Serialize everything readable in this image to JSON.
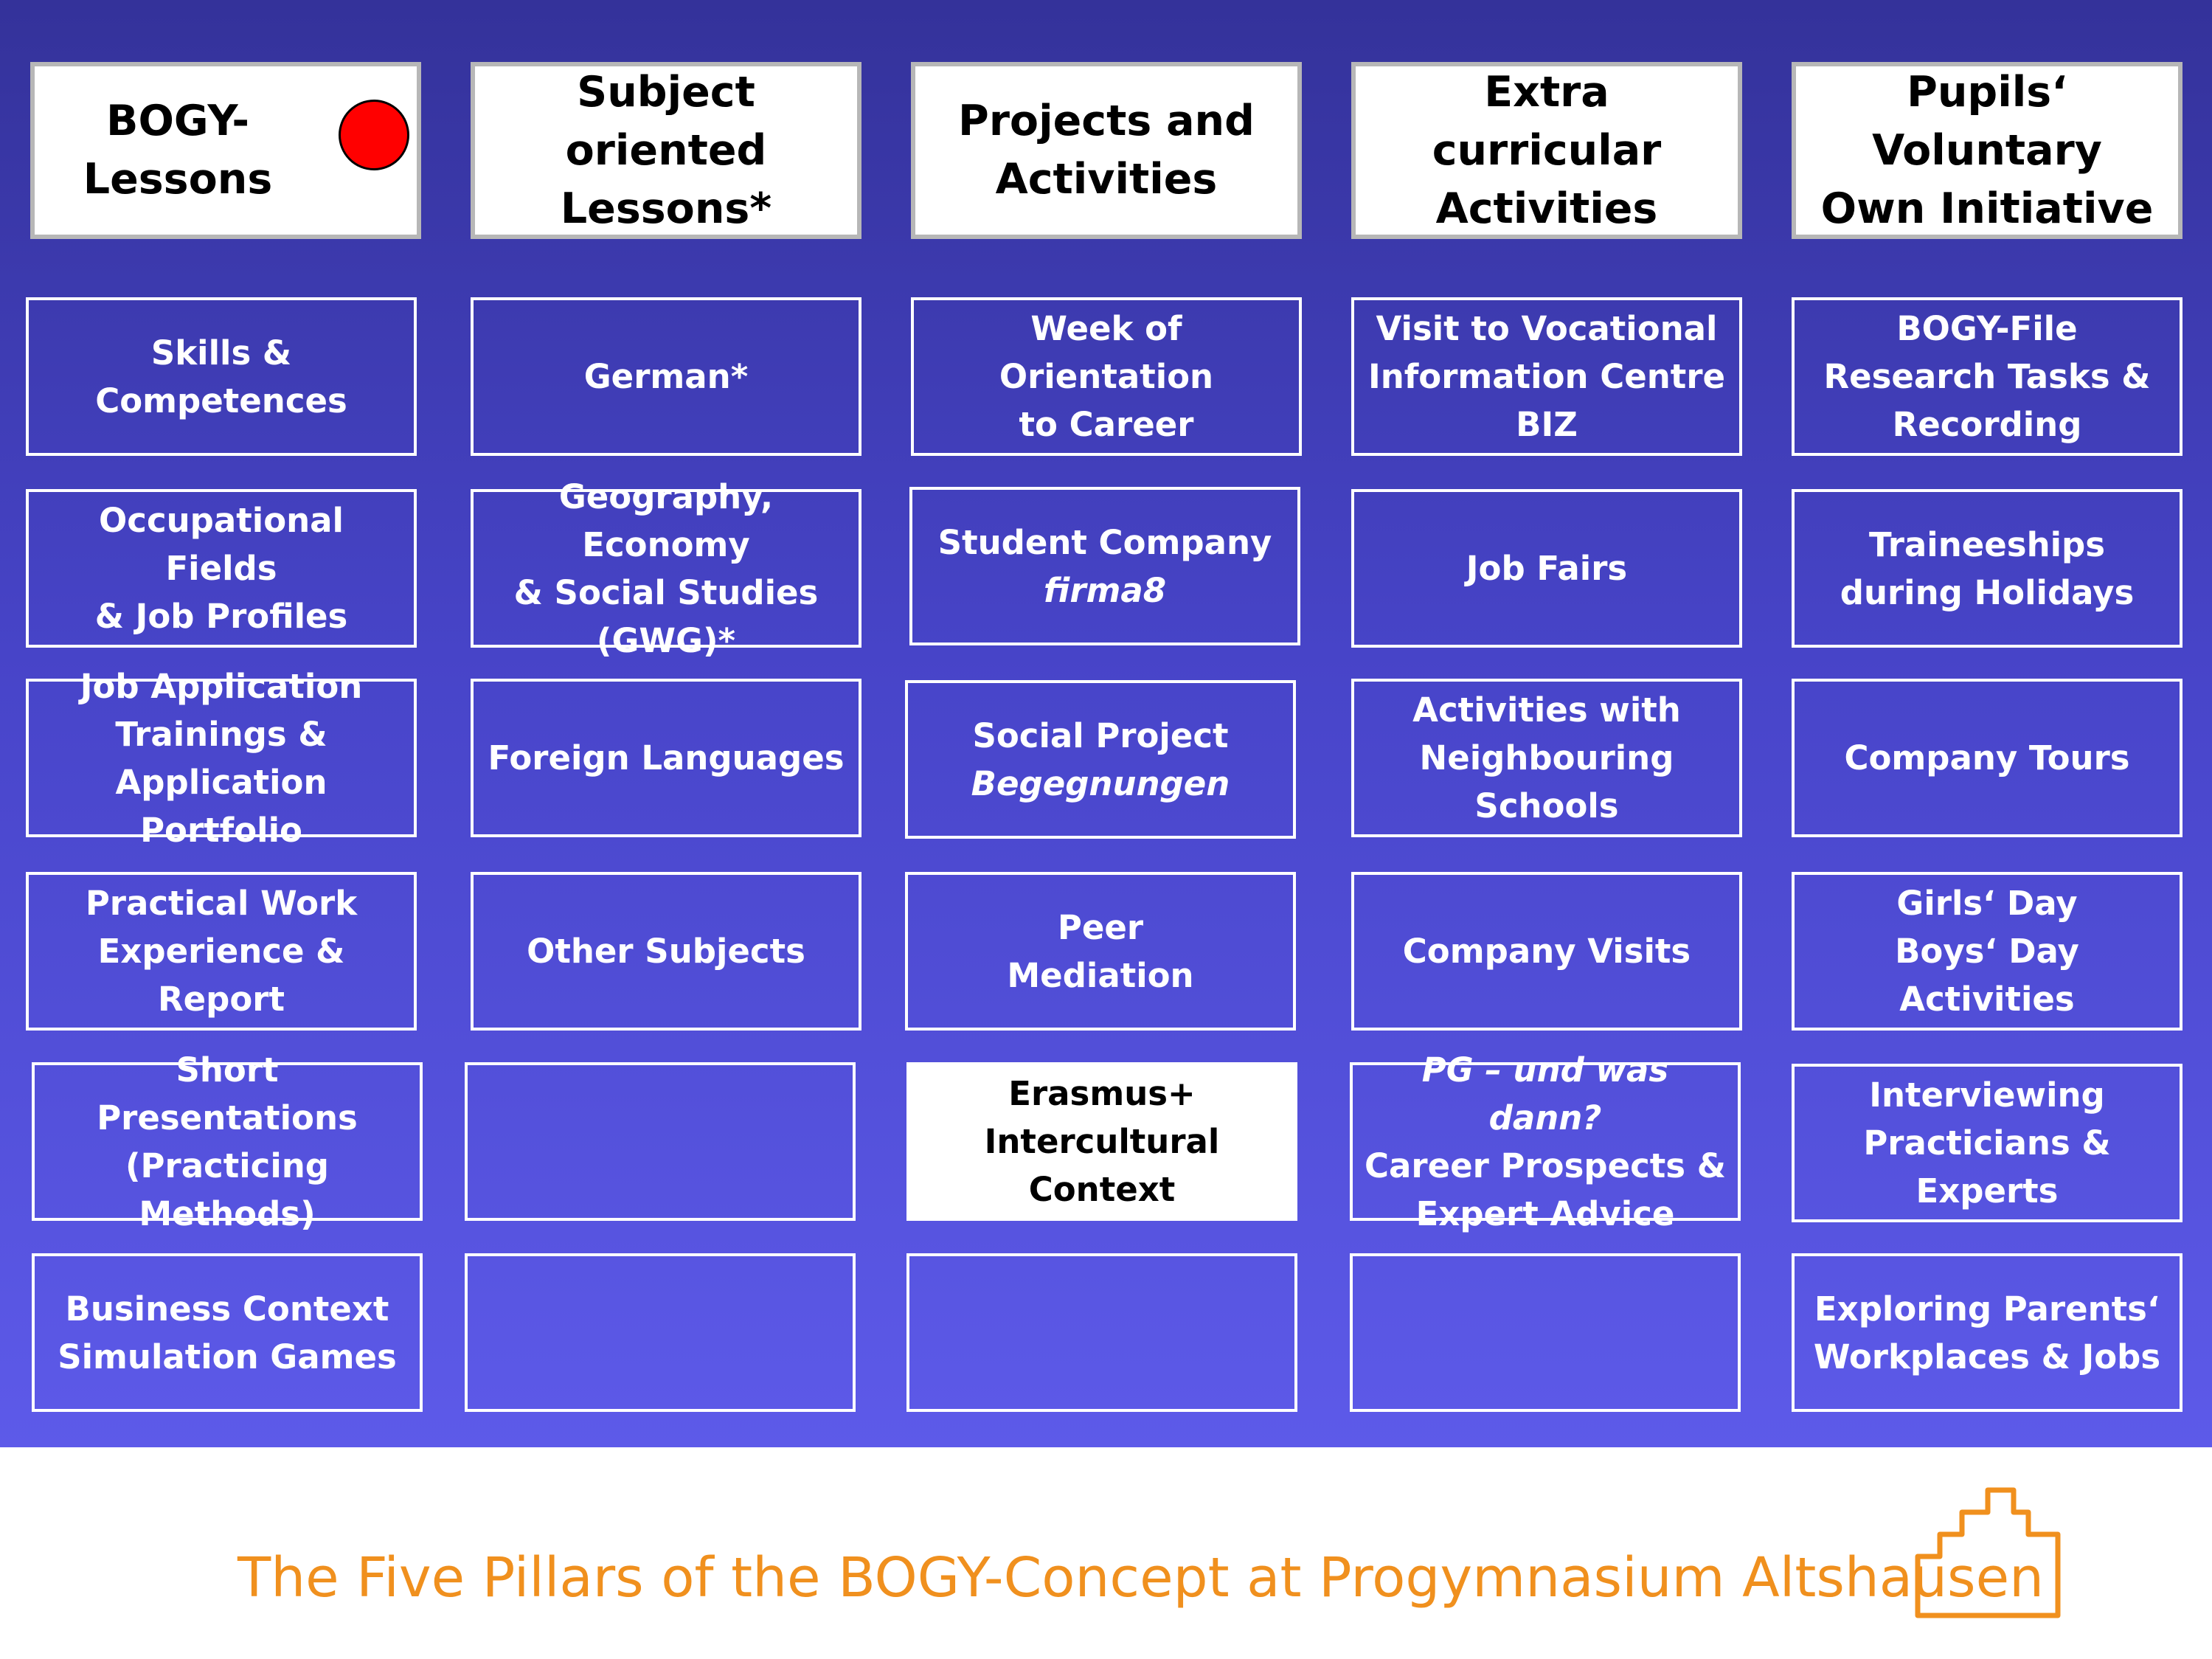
{
  "footer": {
    "title": "The Five Pillars of the BOGY-Concept at Progymnasium Altshausen"
  },
  "colors": {
    "panel_top": "#34329a",
    "panel_bottom": "#5d5ae9",
    "accent_orange": "#f0901e",
    "marker_red": "#ff0000"
  },
  "headers": [
    {
      "label": "BOGY-\nLessons"
    },
    {
      "label": "Subject oriented\nLessons*"
    },
    {
      "label": "Projects and\nActivities"
    },
    {
      "label": "Extra curricular\nActivities"
    },
    {
      "label": "Pupils‘ Voluntary\nOwn Initiative"
    }
  ],
  "columns": [
    {
      "cells": [
        {
          "text": "Skills &\nCompetences"
        },
        {
          "text": "Occupational Fields\n& Job Profiles"
        },
        {
          "text": "Job Application\nTrainings &\nApplication Portfolio"
        },
        {
          "text": "Practical Work\nExperience &\nReport"
        },
        {
          "text": "Short Presentations\n(Practicing Methods)"
        },
        {
          "text": "Business Context\nSimulation Games"
        }
      ]
    },
    {
      "cells": [
        {
          "text": "German*"
        },
        {
          "text": "Geography, Economy\n& Social Studies\n(GWG)*"
        },
        {
          "text": "Foreign Languages"
        },
        {
          "text": "Other Subjects"
        },
        {
          "text": ""
        },
        {
          "text": ""
        }
      ]
    },
    {
      "cells": [
        {
          "text": "Week of Orientation\nto Career"
        },
        {
          "text": "Student Company",
          "italic": "firma8"
        },
        {
          "text": "Social Project",
          "italic": "Begegnungen"
        },
        {
          "text": "Peer\nMediation"
        },
        {
          "text": "Erasmus+\nIntercultural\nContext"
        },
        {
          "text": ""
        }
      ]
    },
    {
      "cells": [
        {
          "text": "Visit to Vocational\nInformation Centre\nBIZ"
        },
        {
          "text": "Job Fairs"
        },
        {
          "text": "Activities with\nNeighbouring Schools"
        },
        {
          "text": "Company Visits"
        },
        {
          "italic_first": "PG – und was dann?",
          "text": "Career Prospects &\nExpert Advice"
        },
        {
          "text": ""
        }
      ]
    },
    {
      "cells": [
        {
          "text": "BOGY-File\nResearch Tasks &\nRecording"
        },
        {
          "text": "Traineeships\nduring Holidays"
        },
        {
          "text": "Company Tours"
        },
        {
          "text": "Girls‘ Day\nBoys‘ Day\nActivities"
        },
        {
          "text": "Interviewing\nPracticians &\nExperts"
        },
        {
          "text": "Exploring Parents‘\nWorkplaces & Jobs"
        }
      ]
    }
  ]
}
